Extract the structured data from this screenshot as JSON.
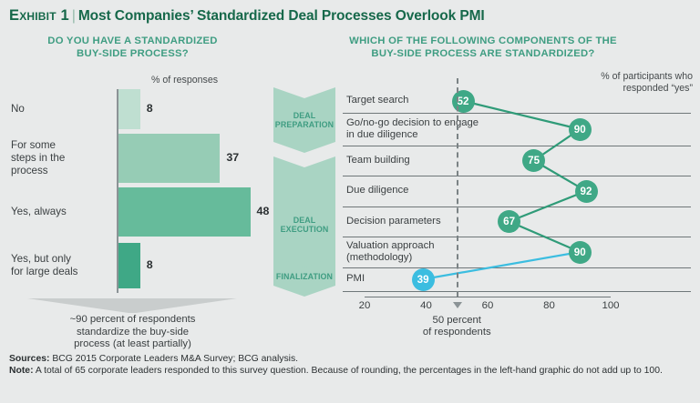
{
  "exhibit": {
    "label": "Exhibit 1",
    "separator": "|",
    "title": "Most Companies’ Standardized Deal Processes Overlook PMI"
  },
  "colors": {
    "background": "#e8eaea",
    "brand_green": "#16684a",
    "heading_green": "#3f9d82",
    "dot_green": "#3fa886",
    "dot_cyan": "#3bbde0",
    "line_green": "#2f9b78",
    "line_cyan": "#3bbde0",
    "chevron_fill": "#a9d4c3",
    "rule": "#6f7779"
  },
  "left_panel": {
    "heading_line1": "DO YOU HAVE A STANDARDIZED",
    "heading_line2": "BUY-SIDE PROCESS?",
    "unit_label": "% of responses",
    "caption_line1": "~90 percent of respondents",
    "caption_line2": "standardize the buy-side",
    "caption_line3": "process (at least partially)"
  },
  "right_panel": {
    "heading_line1": "WHICH OF THE FOLLOWING COMPONENTS OF THE",
    "heading_line2": "BUY-SIDE PROCESS ARE STANDARDIZED?",
    "unit_label_line1": "% of participants who",
    "unit_label_line2": "responded “yes”",
    "axis_note_line1": "50 percent",
    "axis_note_line2": "of respondents",
    "phases": [
      {
        "line1": "DEAL",
        "line2": "PREPARATION"
      },
      {
        "line1": "DEAL",
        "line2": "EXECUTION"
      },
      {
        "line1": "FINALIZATION",
        "line2": ""
      }
    ]
  },
  "footer": {
    "sources_label": "Sources:",
    "sources_text": " BCG 2015 Corporate Leaders M&A Survey; BCG analysis.",
    "note_label": "Note:",
    "note_text": " A total of 65 corporate leaders responded to this survey question. Because of rounding, the percentages in the left-hand graphic do not add up to 100."
  },
  "chart_data": [
    {
      "type": "bar",
      "orientation": "horizontal",
      "title": "DO YOU HAVE A STANDARDIZED BUY-SIDE PROCESS?",
      "xlabel": "% of responses",
      "ylabel": "",
      "categories": [
        "No",
        "For some steps in the process",
        "Yes, always",
        "Yes, but only for large deals"
      ],
      "values": [
        8,
        37,
        48,
        8
      ],
      "bar_colors": [
        "#bfdfd1",
        "#96ccb5",
        "#66bb9b",
        "#3fa886"
      ],
      "xlim": [
        0,
        52
      ],
      "grid": false,
      "legend": "none"
    },
    {
      "type": "line",
      "orientation": "horizontal-categories",
      "title": "WHICH OF THE FOLLOWING COMPONENTS OF THE BUY-SIDE PROCESS ARE STANDARDIZED?",
      "xlabel": "% of participants who responded “yes”",
      "ylabel": "",
      "categories": [
        "Target search",
        "Go/no-go decision to engage in due diligence",
        "Team building",
        "Due diligence",
        "Decision parameters",
        "Valuation approach (methodology)",
        "PMI"
      ],
      "category_lines": [
        [
          "Target search"
        ],
        [
          "Go/no-go decision to engage",
          "in due diligence"
        ],
        [
          "Team building"
        ],
        [
          "Due diligence"
        ],
        [
          "Decision parameters"
        ],
        [
          "Valuation approach",
          "(methodology)"
        ],
        [
          "PMI"
        ]
      ],
      "values": [
        52,
        90,
        75,
        92,
        67,
        90,
        39
      ],
      "point_colors": [
        "#3fa886",
        "#3fa886",
        "#3fa886",
        "#3fa886",
        "#3fa886",
        "#3fa886",
        "#3bbde0"
      ],
      "phase_groups": [
        {
          "name": "DEAL PREPARATION",
          "rows": [
            0,
            1
          ]
        },
        {
          "name": "DEAL EXECUTION",
          "rows": [
            2,
            3,
            4,
            5
          ]
        },
        {
          "name": "FINALIZATION",
          "rows": [
            6
          ]
        }
      ],
      "xlim": [
        20,
        100
      ],
      "xticks": [
        20,
        40,
        60,
        80,
        100
      ],
      "reference_line": {
        "value": 50,
        "style": "dashed",
        "label": "50 percent of respondents"
      },
      "grid": false,
      "legend": "none"
    }
  ]
}
